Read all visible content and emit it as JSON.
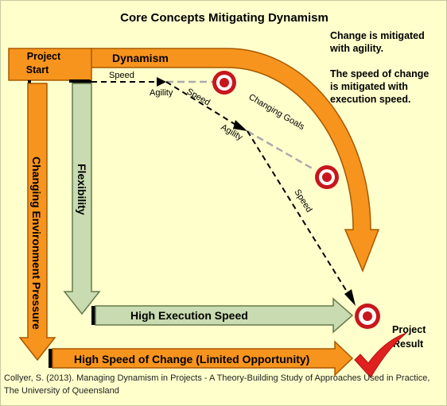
{
  "title": "Core Concepts  Mitigating  Dynamism",
  "notes": {
    "agility": [
      "Change is mitigated",
      "with agility."
    ],
    "speed": [
      "The speed of change",
      "is mitigated with",
      "execution speed."
    ]
  },
  "labels": {
    "dynamism": "Dynamism",
    "project_start": [
      "Project",
      "Start"
    ],
    "changing_environment_pressure": "Changing Environment Pressure",
    "flexibility": "Flexibility",
    "high_execution_speed": "High Execution Speed",
    "high_speed_of_change": "High Speed of Change (Limited Opportunity)",
    "speed_1": "Speed",
    "agility_1": "Agility",
    "speed_2": "Speed",
    "changing_goals": "Changing Goals",
    "agility_2": "Agility",
    "speed_3": "Speed",
    "project_result": [
      "Project",
      "Result"
    ]
  },
  "colors": {
    "orange": "#f7941d",
    "green": "#c9dbb0",
    "target_red": "#c8161d",
    "background": "#ffffcc"
  },
  "citation": [
    "Collyer, S. (2013). Managing Dynamism in Projects - A Theory-Building Study of Approaches Used in Practice,",
    "The University of Queensland"
  ]
}
